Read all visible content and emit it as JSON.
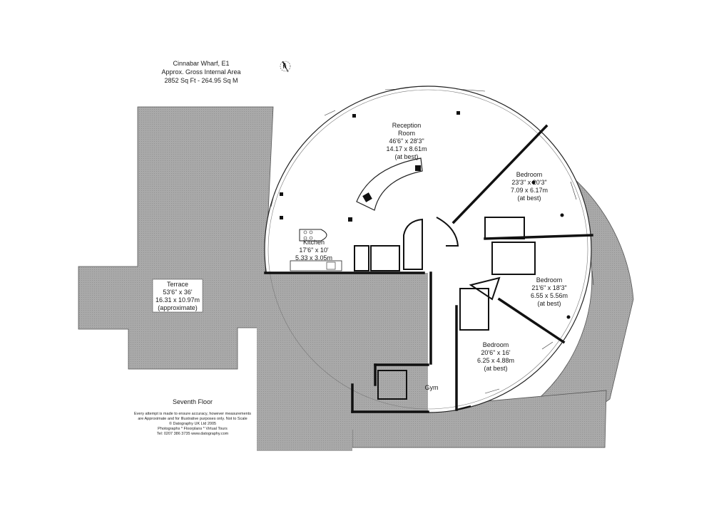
{
  "header": {
    "line1": "Cinnabar Wharf, E1",
    "line2": "Approx. Gross Internal Area",
    "line3": "2852 Sq Ft  -  264.95 Sq M"
  },
  "compass": {
    "label": "N"
  },
  "rooms": {
    "reception": {
      "name1": "Reception",
      "name2": "Room",
      "imperial": "46'6\" x 28'3\"",
      "metric": "14.17 x 8.61m",
      "note": "(at best)"
    },
    "bedroom1": {
      "name": "Bedroom",
      "imperial": "23'3\" x 20'3\"",
      "metric": "7.09 x 6.17m",
      "note": "(at best)"
    },
    "bedroom2": {
      "name": "Bedroom",
      "imperial": "21'6\" x 18'3\"",
      "metric": "6.55 x 5.56m",
      "note": "(at best)"
    },
    "bedroom3": {
      "name": "Bedroom",
      "imperial": "20'6\" x 16'",
      "metric": "6.25 x 4.88m",
      "note": "(at best)"
    },
    "kitchen": {
      "name": "Kitchen",
      "imperial": "17'6\" x 10'",
      "metric": "5.33 x 3.05m"
    },
    "gym": {
      "name": "Gym"
    },
    "terrace": {
      "name": "Terrace",
      "imperial": "53'6\" x 36'",
      "metric": "16.31 x 10.97m",
      "note": "(approximate)"
    }
  },
  "floor_label": "Seventh Floor",
  "disclaimer": {
    "line1": "Every attempt is made to ensure accuracy, however measurements",
    "line2": "are Approximate and for Illustrative purposes only. Not to Scale",
    "line3": "© Datography UK Ltd 2005",
    "line4": "Photographs * Floorplans * Virtual Tours",
    "line5": "Tel: 0207 386 3735 www.datography.com"
  },
  "colors": {
    "terrace_fill": "#a6a6a6",
    "wall": "#111111"
  }
}
